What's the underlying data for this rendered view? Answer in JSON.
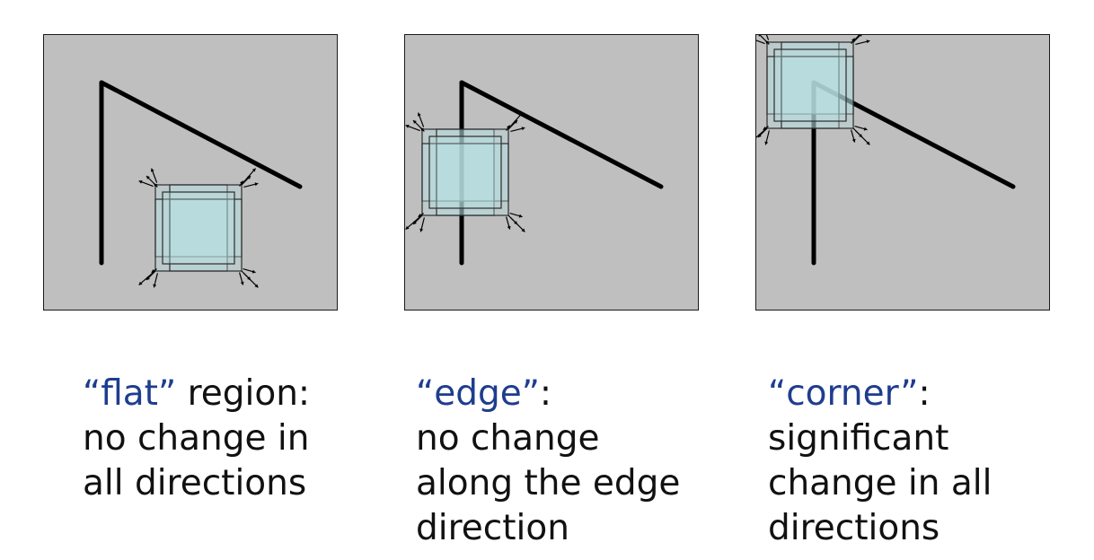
{
  "panels": [
    {
      "id": "flat",
      "term": "“flat”",
      "suffix": " region:",
      "lines": [
        "no change in",
        "all directions"
      ]
    },
    {
      "id": "edge",
      "term": "“edge”",
      "suffix": ":",
      "lines": [
        "no change",
        "along the edge",
        "direction"
      ]
    },
    {
      "id": "corner",
      "term": "“corner”",
      "suffix": ":",
      "lines": [
        "significant",
        "change in all",
        "directions"
      ]
    }
  ],
  "colors": {
    "panel_background": "#bfbfbf",
    "window_fill": "#b7e0e3",
    "term_text": "#1f3d8f",
    "body_text": "#111111",
    "stroke": "#000000"
  },
  "icons": [
    "window-shift-arrow-icon"
  ]
}
